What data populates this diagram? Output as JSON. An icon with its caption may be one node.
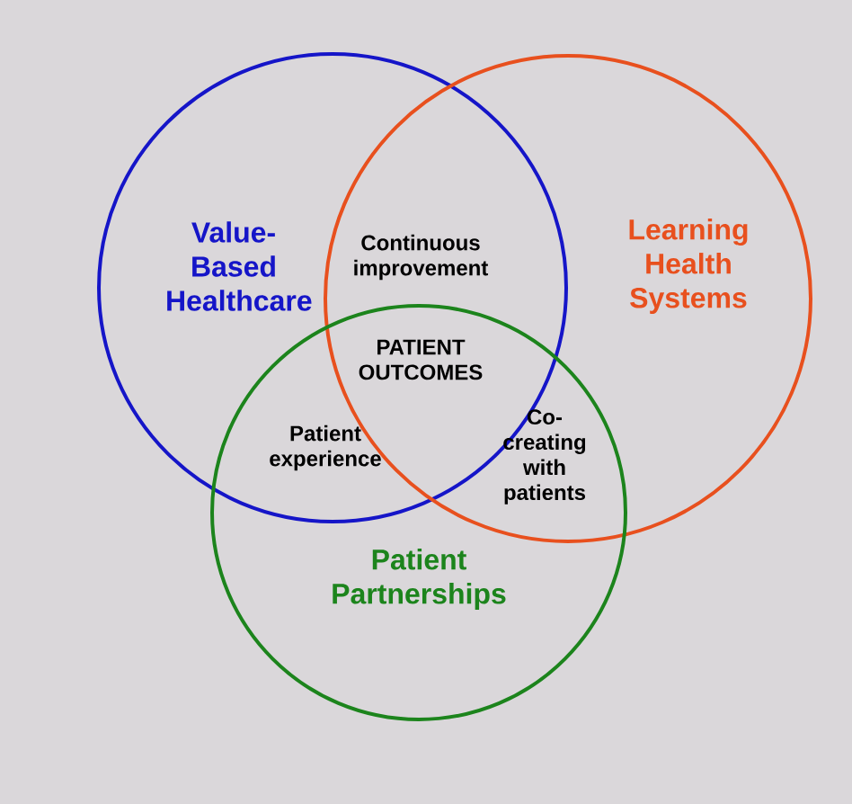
{
  "diagram": {
    "nodes": [
      {
        "text": [
          "Value-Based Healthcare"
        ]
      },
      {
        "text": [
          "Learning Health Systems"
        ]
      },
      {
        "text": [
          "Patient Partnerships"
        ]
      }
    ],
    "labels": [
      "Continuous improvement",
      "PATIENT OUTCOMES",
      "Patient experience",
      "Co-creating with patients"
    ]
  }
}
